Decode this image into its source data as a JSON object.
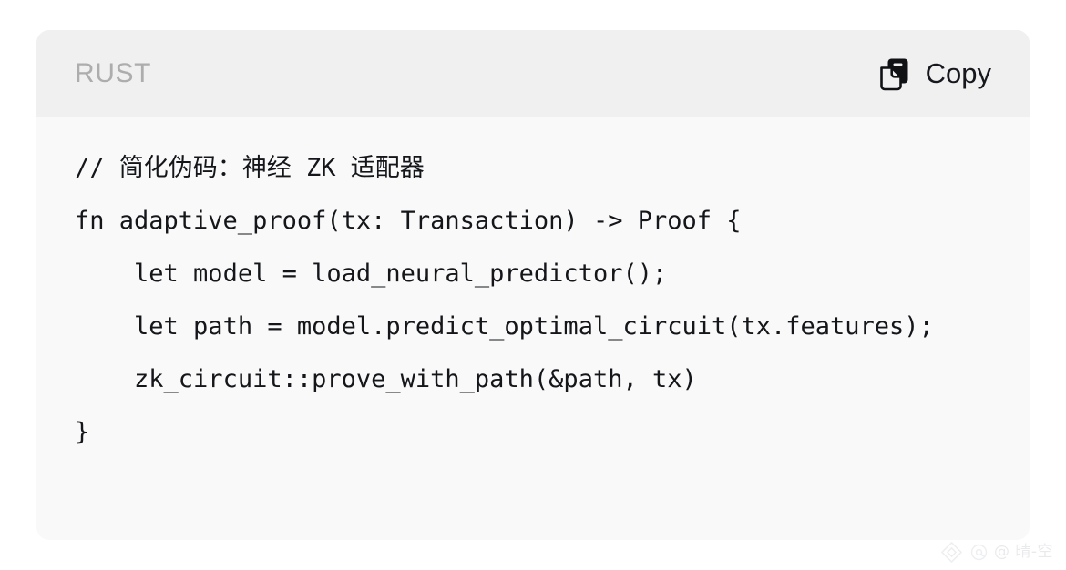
{
  "code_block": {
    "language_label": "RUST",
    "copy_button": {
      "label": "Copy",
      "icon": "copy-icon"
    },
    "code_lines": [
      "// 简化伪码：神经 ZK 适配器",
      "fn adaptive_proof(tx: Transaction) -> Proof {",
      "    let model = load_neural_predictor();",
      "    let path = model.predict_optimal_circuit(tx.features);",
      "    zk_circuit::prove_with_path(&path, tx)",
      "}"
    ],
    "code_text": "// 简化伪码：神经 ZK 适配器\nfn adaptive_proof(tx: Transaction) -> Proof {\n    let model = load_neural_predictor();\n    let path = model.predict_optimal_circuit(tx.features);\n    zk_circuit::prove_with_path(&path, tx)\n}"
  },
  "watermark": {
    "handle": "@ 晴-空",
    "logo_icon": "diamond-logo-icon",
    "at_icon": "at-circle-icon"
  },
  "colors": {
    "card_background": "#f9f9fa",
    "header_background": "#f0f0f0",
    "language_label": "#adadad",
    "code_text": "#14161a",
    "watermark_text": "#d8dade"
  }
}
